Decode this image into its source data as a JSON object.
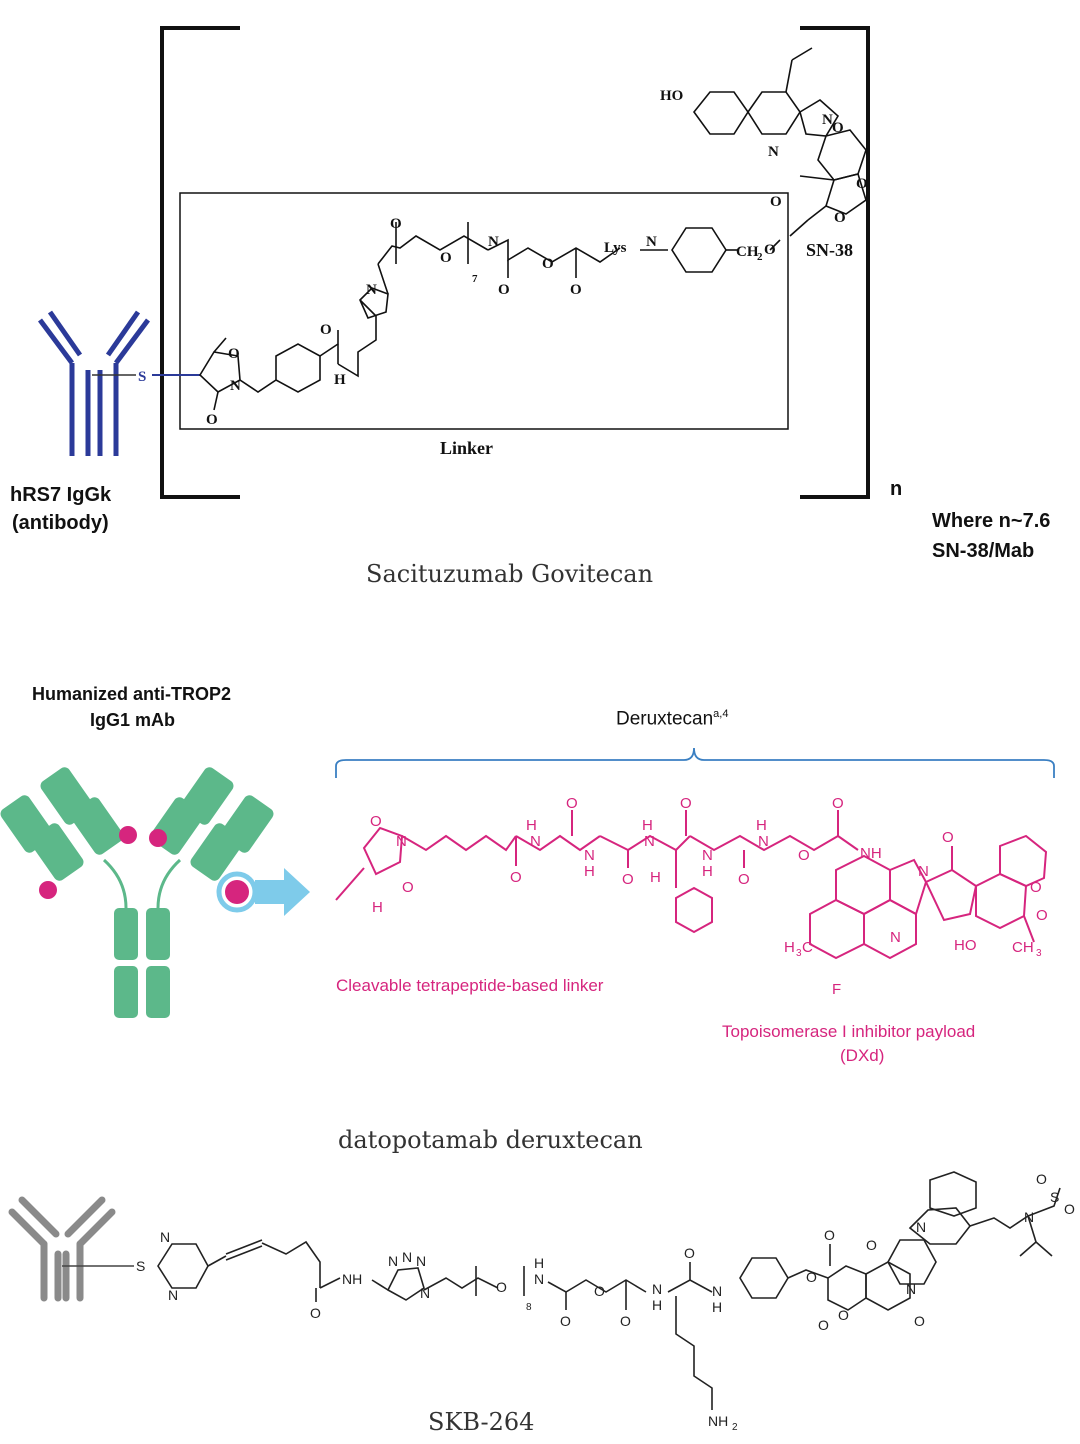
{
  "panel1": {
    "antibody_label_line1": "hRS7 IgGk",
    "antibody_label_line2": "(antibody)",
    "linker_label": "Linker",
    "payload_label": "SN-38",
    "n_label": "n",
    "dar_line1": "Where n~7.6",
    "dar_line2": "SN-38/Mab",
    "caption": "Sacituzumab Govitecan",
    "atoms": {
      "s": "S",
      "ho": "HO",
      "n": "N",
      "o": "O",
      "h": "H",
      "lys": "Lys",
      "ch2": "CH",
      "ch2_sub": "2",
      "o7": "7"
    }
  },
  "panel2": {
    "mab_title_line1": "Humanized anti-TROP2",
    "mab_title_line2": "IgG1 mAb",
    "deruxtecan_label": "Deruxtecan",
    "deruxtecan_sup": "a,4",
    "linker_label": "Cleavable tetrapeptide-based linker",
    "payload_label_line1": "Topoisomerase I inhibitor payload",
    "payload_label_line2": "(DXd)",
    "caption": "datopotamab deruxtecan",
    "atoms": {
      "o": "O",
      "n": "N",
      "h": "H",
      "nh": "NH",
      "ho": "HO",
      "ch3": "CH",
      "ch3_sub": "3",
      "h3c": "H",
      "h3c_sub": "3",
      "h3c_c": "C",
      "f": "F"
    }
  },
  "panel3": {
    "caption": "SKB-264",
    "atoms": {
      "s": "S",
      "n": "N",
      "o": "O",
      "nh": "NH",
      "h": "H",
      "nh2": "NH",
      "nh2_sub": "2",
      "sub8": "8"
    }
  },
  "colors": {
    "antibody_blue": "#2b3a99",
    "drug_pink": "#d6257e",
    "mab_green": "#5cb88a",
    "arrow_blue": "#7ecbea",
    "bracket_blue": "#3a7fc2",
    "gray_antibody": "#8a8a8a"
  }
}
